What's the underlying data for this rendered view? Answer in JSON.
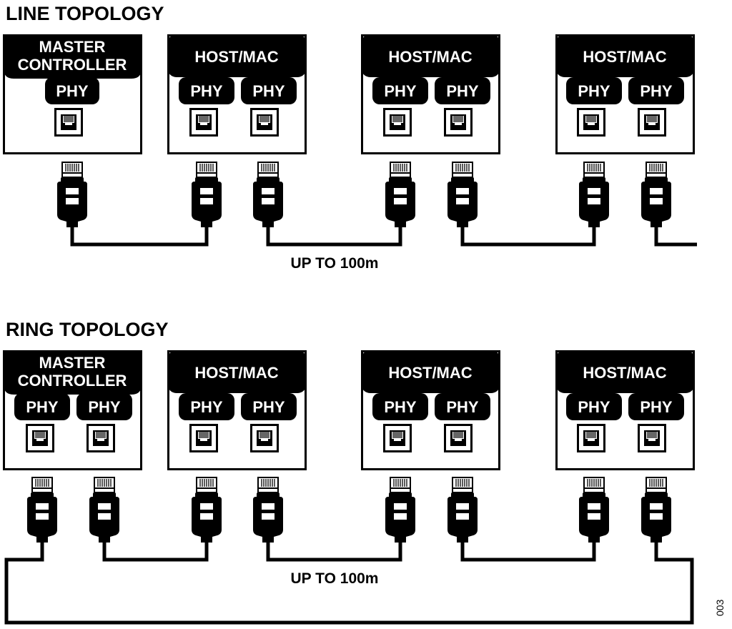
{
  "line_topology": {
    "title": "LINE TOPOLOGY",
    "master": {
      "line1": "MASTER",
      "line2": "CONTROLLER",
      "phys": [
        "PHY"
      ]
    },
    "hosts": [
      {
        "label": "HOST/MAC",
        "phys": [
          "PHY",
          "PHY"
        ]
      },
      {
        "label": "HOST/MAC",
        "phys": [
          "PHY",
          "PHY"
        ]
      },
      {
        "label": "HOST/MAC",
        "phys": [
          "PHY",
          "PHY"
        ]
      }
    ],
    "distance_label": "UP TO 100m"
  },
  "ring_topology": {
    "title": "RING TOPOLOGY",
    "master": {
      "line1": "MASTER",
      "line2": "CONTROLLER",
      "phys": [
        "PHY",
        "PHY"
      ]
    },
    "hosts": [
      {
        "label": "HOST/MAC",
        "phys": [
          "PHY",
          "PHY"
        ]
      },
      {
        "label": "HOST/MAC",
        "phys": [
          "PHY",
          "PHY"
        ]
      },
      {
        "label": "HOST/MAC",
        "phys": [
          "PHY",
          "PHY"
        ]
      }
    ],
    "distance_label": "UP TO 100m"
  },
  "figure_id": "003"
}
